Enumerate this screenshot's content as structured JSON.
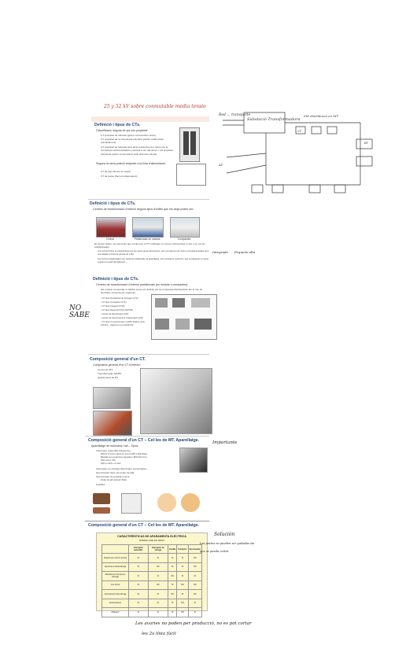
{
  "handwriting": {
    "top_note": "25 y 52 kV sobre conmutable media tensio",
    "diagram_left": "Red ... transporte",
    "diagram_center": "Substació Transformadora",
    "diagram_right": "SW distribució en MT",
    "diagram_at": "AT",
    "diagram_bt": "BT",
    "ct_label": "CT",
    "note_mid": "Integrado",
    "note_mid2": "Pequeño alta",
    "margin_left": "NO SABE",
    "right_note_1": "Importante",
    "right_note_2": "Solución",
    "right_note_3": "Las partes no pueden ser quitadas sin que se pueda cortar",
    "bottom_note_1": "Les avaries no poden per producció, no es pot cortar",
    "bottom_note_2": "les 2v línia fàcil"
  },
  "slide1": {
    "title": "Definició i tipus de CTs.",
    "b1": "Classificació segons de qui són propietat:",
    "s1": "CT propietat de l'abonat (grans consumidors únics)",
    "s2": "CT propietat de la companyia elèctrica (públic residencials principalment).",
    "s3": "CT propietat de l'abonat però amb manteniment a càrrec de la companyia subministradora, passant a ser del tercer, i els propietat d'aquesta (grans consumidors amb diversos clients).",
    "b2": "Segons la seva posició respecte a la línia d'alimentació:",
    "s4": "CT de pas (Servei en anell)",
    "s5": "CT de punta (Servei independent)"
  },
  "slide2": {
    "title": "Definició i tipus de CTs.",
    "b1": "Centres de transformació d'interior segons tipus d'edifici que els aloja poden ser:",
    "cap1": "D'obra",
    "cap2": "Prefabricats en mòduls",
    "cap3": "Compactes",
    "s1": "En funció d'això, els elements que componen el CT s'allotgen en cel·les d'obra fetes in situ o en cel·les prefabricades.",
    "s2": "Les cel·les d'obra es caracteritzen per les seves grans dimensions, sent normalment de mínim compartimentades amb una alçada mínima de pareds de 1.8m.",
    "s3": "Les cel·les prefabricades són conjunts prefabricats de aparellatge, són envoltants metàl·lics, que es fabriquen en sèrie seguint el model del fabricant ..."
  },
  "slide3": {
    "title": "Definició i tipus de CTs.",
    "b1": "Centres de transformació d'interior prefabricats (en mòduls o compactes):",
    "s1": "Els models comercials a utilitzar seran els definits per la companyia distribuïdora. En el cas de Nordrala, presenta els següents:",
    "items": [
      "CT tipus Prefabricat de Formigó (CTF)",
      "CT tipus Compacte (CTC)",
      "CT tipus Integrat (CTIN)",
      "CT tipus Especial Urbà (CETUR)",
      "Centre de Repartiment (CR)",
      "Centre de Seccionament Independent (CSI)",
      "CT tipus Convencional en edifici d'altres usos (CTOU) – Aquest no es prefabricat"
    ]
  },
  "slide4": {
    "title": "Composició general d'un CT.",
    "b1": "Composició general d'un CT d'interior:",
    "s1": "Cel·les de MT.",
    "s2": "Transformador MT/BT.",
    "s3": "Aparamenta de BT."
  },
  "slide5": {
    "title": "Composició general d'un CT – Cel·les de MT. Aparellatge.",
    "b1": "Aparellatge de maniobra i tall – Tipus:",
    "s1": "Interruptor automàtic (Disjuntor)",
    "s1a": "500 kV 6,3 kA a 18 kA en 24 kV (250-1.000 MVA)",
    "s1b": "Bastida per a potències elevades> 800 kVA (Cor)",
    "s1c": "Petit volum d'oli",
    "s1d": "SF6 en SF6 o en buit",
    "s2": "Interruptor en càrrega (Interruptor seccionador)",
    "s3": "Seccionador (Sec·cló poder de tall)",
    "s4": "Seccionador de posada a terra",
    "s4a": "Poder de tall nominal: 50kA",
    "s5": "Fusibles"
  },
  "slide6": {
    "title": "Composició general d'un CT – Cel·les de MT. Aparellatge.",
    "table_title": "CARACTERÍSTICAS DE APARAMENTA ELÉCTRICA",
    "table_subtitle": "NORMA UNE EN 60947",
    "headers": [
      "",
      "Interruptor automàtic",
      "Interruptor de càrrega",
      "Fusible",
      "Contactor",
      "Seccionador"
    ],
    "rows": [
      [
        "Ruptura de corrent nominal",
        "SI",
        "SI",
        "SI",
        "SI",
        "NO"
      ],
      [
        "Apertura en sobrecàrrega",
        "SI",
        "NO",
        "SI",
        "SI",
        "NO"
      ],
      [
        "Maniobra en buit (sense càrrega)",
        "SI",
        "SI",
        "NO",
        "SI",
        "SI"
      ],
      [
        "Curt circuit",
        "SI",
        "NO",
        "SI",
        "NO",
        "NO"
      ],
      [
        "Accionament sota càrrega",
        "SI",
        "SI",
        "NO",
        "SI",
        "NO"
      ],
      [
        "Seccionament",
        "SI",
        "SI",
        "SI",
        "NO",
        "SI"
      ],
      [
        "Aïllament",
        "SI",
        "SI",
        "SI",
        "NO",
        "SI"
      ]
    ]
  }
}
